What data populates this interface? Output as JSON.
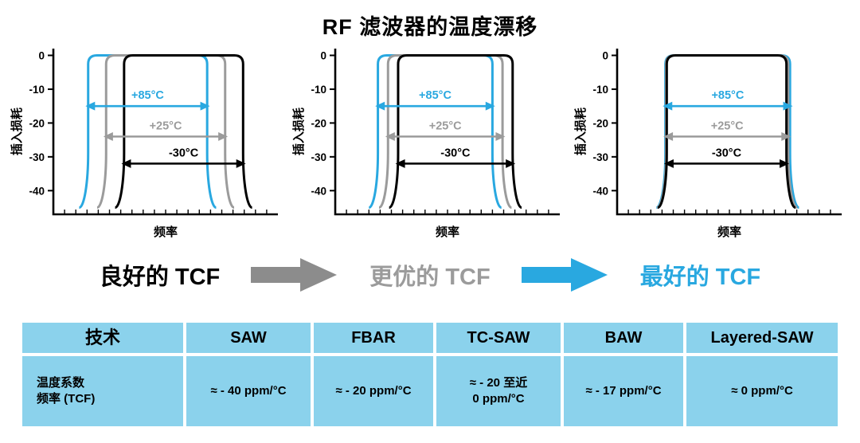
{
  "title": "RF 滤波器的温度漂移",
  "colors": {
    "accent_blue": "#29A8E0",
    "gray": "#9B9B9B",
    "black": "#000000",
    "table_bg": "#8BD2EC"
  },
  "flow": {
    "steps": [
      {
        "label": "良好的 TCF",
        "color": "#000000"
      },
      {
        "label": "更优的 TCF",
        "color": "#9B9B9B"
      },
      {
        "label": "最好的 TCF",
        "color": "#29A8E0"
      }
    ],
    "arrows": [
      {
        "name": "right-arrow",
        "color": "#8C8C8C"
      },
      {
        "name": "right-arrow",
        "color": "#29A8E0"
      }
    ]
  },
  "chart_data": [
    {
      "type": "line",
      "title": "良好的 TCF bandpass response",
      "xlabel": "频率",
      "ylabel": "插入损耗",
      "ylim": [
        -45,
        0
      ],
      "yticks": [
        0,
        -10,
        -20,
        -30,
        -40
      ],
      "series": [
        {
          "name": "+85°C",
          "color": "#29A8E0",
          "band": [
            0.155,
            0.685
          ]
        },
        {
          "name": "+25°C",
          "color": "#9B9B9B",
          "band": [
            0.235,
            0.765
          ]
        },
        {
          "name": "-30°C",
          "color": "#000000",
          "band": [
            0.315,
            0.845
          ]
        }
      ],
      "annotations": [
        {
          "label": "+85°C",
          "color": "#29A8E0",
          "y_db": -15,
          "band": [
            0.155,
            0.685
          ]
        },
        {
          "label": "+25°C",
          "color": "#9B9B9B",
          "y_db": -24,
          "band": [
            0.235,
            0.765
          ]
        },
        {
          "label": "-30°C",
          "color": "#000000",
          "y_db": -32,
          "band": [
            0.315,
            0.845
          ]
        }
      ]
    },
    {
      "type": "line",
      "title": "更优的 TCF bandpass response",
      "xlabel": "频率",
      "ylabel": "插入损耗",
      "ylim": [
        -45,
        0
      ],
      "yticks": [
        0,
        -10,
        -20,
        -30,
        -40
      ],
      "series": [
        {
          "name": "+85°C",
          "color": "#29A8E0",
          "band": [
            0.19,
            0.7
          ]
        },
        {
          "name": "+25°C",
          "color": "#9B9B9B",
          "band": [
            0.235,
            0.745
          ]
        },
        {
          "name": "-30°C",
          "color": "#000000",
          "band": [
            0.28,
            0.79
          ]
        }
      ],
      "annotations": [
        {
          "label": "+85°C",
          "color": "#29A8E0",
          "y_db": -15,
          "band": [
            0.19,
            0.7
          ]
        },
        {
          "label": "+25°C",
          "color": "#9B9B9B",
          "y_db": -24,
          "band": [
            0.235,
            0.745
          ]
        },
        {
          "label": "-30°C",
          "color": "#000000",
          "y_db": -32,
          "band": [
            0.28,
            0.79
          ]
        }
      ]
    },
    {
      "type": "line",
      "title": "最好的 TCF bandpass response",
      "xlabel": "频率",
      "ylabel": "插入损耗",
      "ylim": [
        -45,
        0
      ],
      "yticks": [
        0,
        -10,
        -20,
        -30,
        -40
      ],
      "series": [
        {
          "name": "+85°C",
          "color": "#29A8E0",
          "band": [
            0.215,
            0.77
          ]
        },
        {
          "name": "+25°C",
          "color": "#9B9B9B",
          "band": [
            0.218,
            0.762
          ]
        },
        {
          "name": "-30°C",
          "color": "#000000",
          "band": [
            0.221,
            0.754
          ]
        }
      ],
      "annotations": [
        {
          "label": "+85°C",
          "color": "#29A8E0",
          "y_db": -15,
          "band": [
            0.215,
            0.77
          ]
        },
        {
          "label": "+25°C",
          "color": "#9B9B9B",
          "y_db": -24,
          "band": [
            0.218,
            0.762
          ]
        },
        {
          "label": "-30°C",
          "color": "#000000",
          "y_db": -32,
          "band": [
            0.221,
            0.754
          ]
        }
      ]
    }
  ],
  "table": {
    "header": [
      "技术",
      "SAW",
      "FBAR",
      "TC-SAW",
      "BAW",
      "Layered-SAW"
    ],
    "rows": [
      [
        "温度系数\n频率 (TCF)",
        "≈ - 40 ppm/°C",
        "≈ - 20 ppm/°C",
        "≈ - 20 至近\n0 ppm/°C",
        "≈ - 17 ppm/°C",
        "≈ 0 ppm/°C"
      ]
    ]
  }
}
